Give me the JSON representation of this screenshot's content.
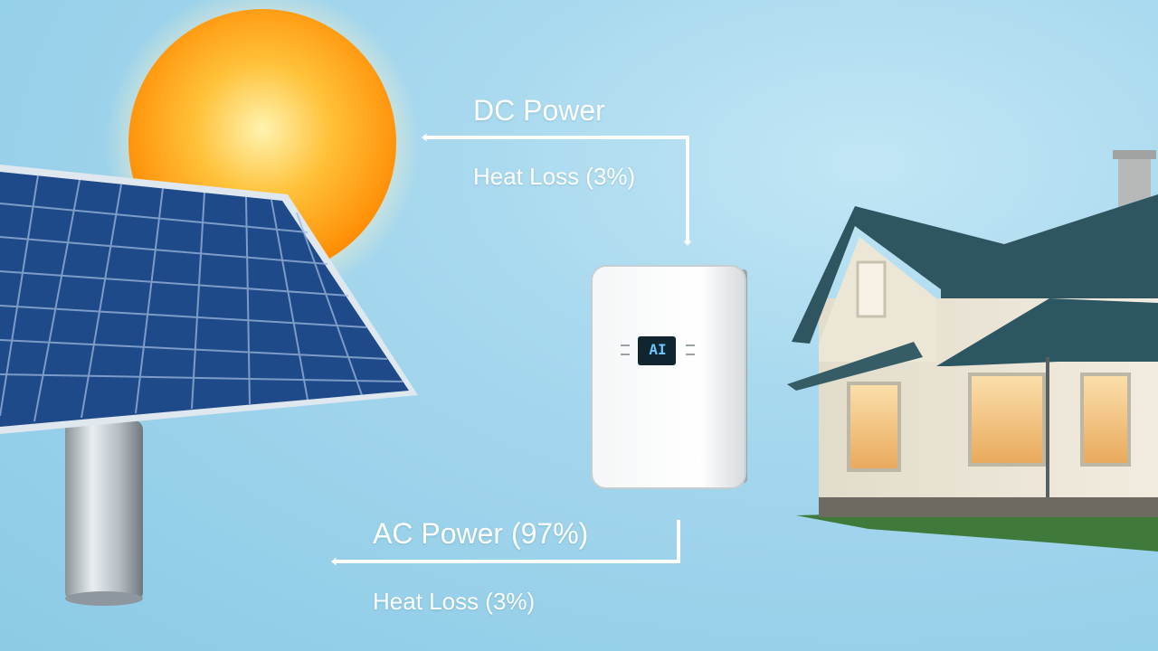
{
  "labels": {
    "dc_power": "DC Power",
    "heat_loss_top": "Heat Loss (3%)",
    "ac_power": "AC Power (97%)",
    "heat_loss_bottom": "Heat Loss (3%)"
  },
  "inverter": {
    "display": "AI"
  },
  "icons": [
    "sun-icon",
    "solar-panel-icon",
    "inverter-icon",
    "house-icon",
    "arrow-icon"
  ],
  "colors": {
    "sky": "#8ccae6",
    "sun": "#ffb020",
    "panel": "#1f4a8a",
    "roof": "#2f5560",
    "house_wall": "#ece6d6",
    "window_light": "#f6c98a",
    "arrow": "#ffffff"
  }
}
